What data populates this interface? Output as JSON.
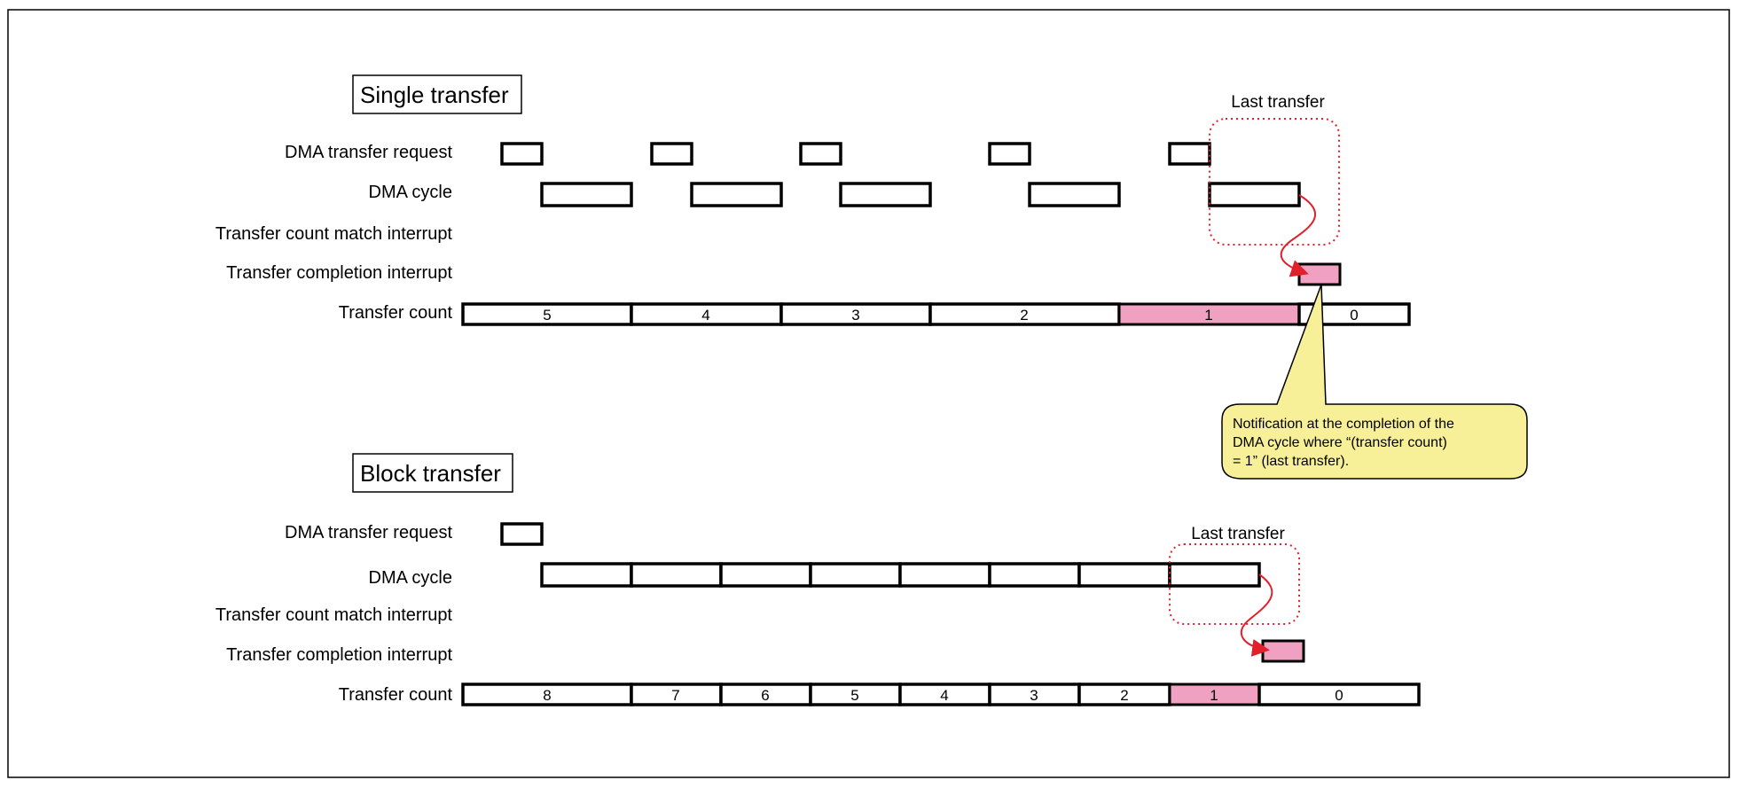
{
  "single": {
    "title": "Single transfer",
    "labels": {
      "request": "DMA transfer request",
      "cycle": "DMA cycle",
      "match": "Transfer count match interrupt",
      "completion": "Transfer completion interrupt",
      "count": "Transfer count"
    },
    "last_transfer": "Last transfer",
    "counts": [
      "5",
      "4",
      "3",
      "2",
      "1",
      "0"
    ]
  },
  "block": {
    "title": "Block transfer",
    "labels": {
      "request": "DMA transfer request",
      "cycle": "DMA cycle",
      "match": "Transfer count match interrupt",
      "completion": "Transfer completion interrupt",
      "count": "Transfer count"
    },
    "last_transfer": "Last transfer",
    "counts": [
      "8",
      "7",
      "6",
      "5",
      "4",
      "3",
      "2",
      "1",
      "0"
    ]
  },
  "note": {
    "line1": "Notification at the completion of the",
    "line2": "DMA cycle where “(transfer count)",
    "line3": "= 1” (last transfer)."
  },
  "colors": {
    "highlight": "#f0a0c0",
    "callout": "#f8f098",
    "marker": "#e0202a"
  }
}
